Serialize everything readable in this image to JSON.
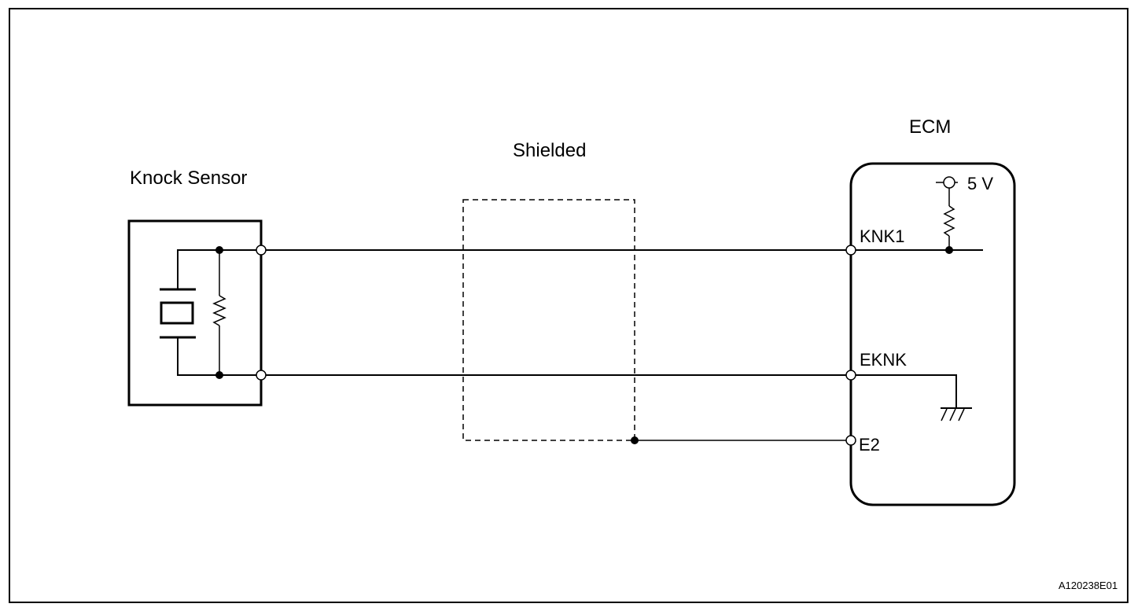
{
  "labels": {
    "knock_sensor": "Knock Sensor",
    "shielded": "Shielded",
    "ecm": "ECM",
    "voltage": "5 V",
    "pin_knk1": "KNK1",
    "pin_eknk": "EKNK",
    "pin_e2": "E2",
    "figure_code": "A120238E01"
  },
  "colors": {
    "line": "#000000",
    "background": "#ffffff"
  }
}
